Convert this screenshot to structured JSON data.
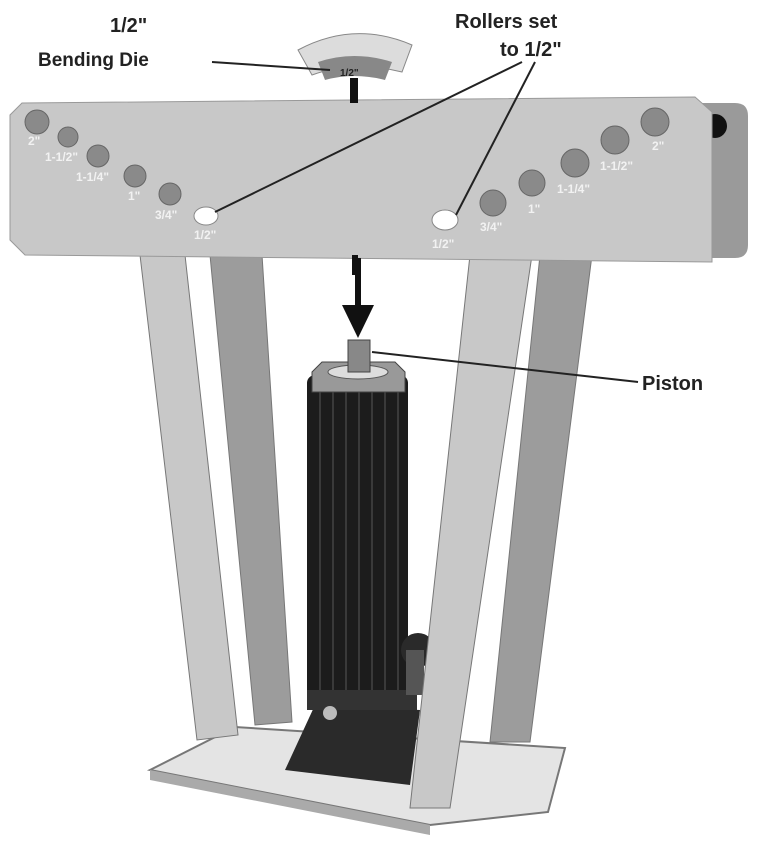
{
  "callouts": {
    "die_size": "1/2\"",
    "die_name": "Bending Die",
    "die_marking": "1/2\"",
    "rollers_line1": "Rollers set",
    "rollers_line2": "to 1/2\"",
    "piston": "Piston"
  },
  "left_holes": [
    "2\"",
    "1-1/2\"",
    "1-1/4\"",
    "1\"",
    "3/4\"",
    "1/2\""
  ],
  "right_holes": [
    "1/2\"",
    "3/4\"",
    "1\"",
    "1-1/4\"",
    "1-1/2\"",
    "2\""
  ],
  "colors": {
    "frame": "#c8c8c8",
    "hole": "#8a8a8a",
    "selected_hole": "#ffffff",
    "jack": "#1c1c1c"
  }
}
